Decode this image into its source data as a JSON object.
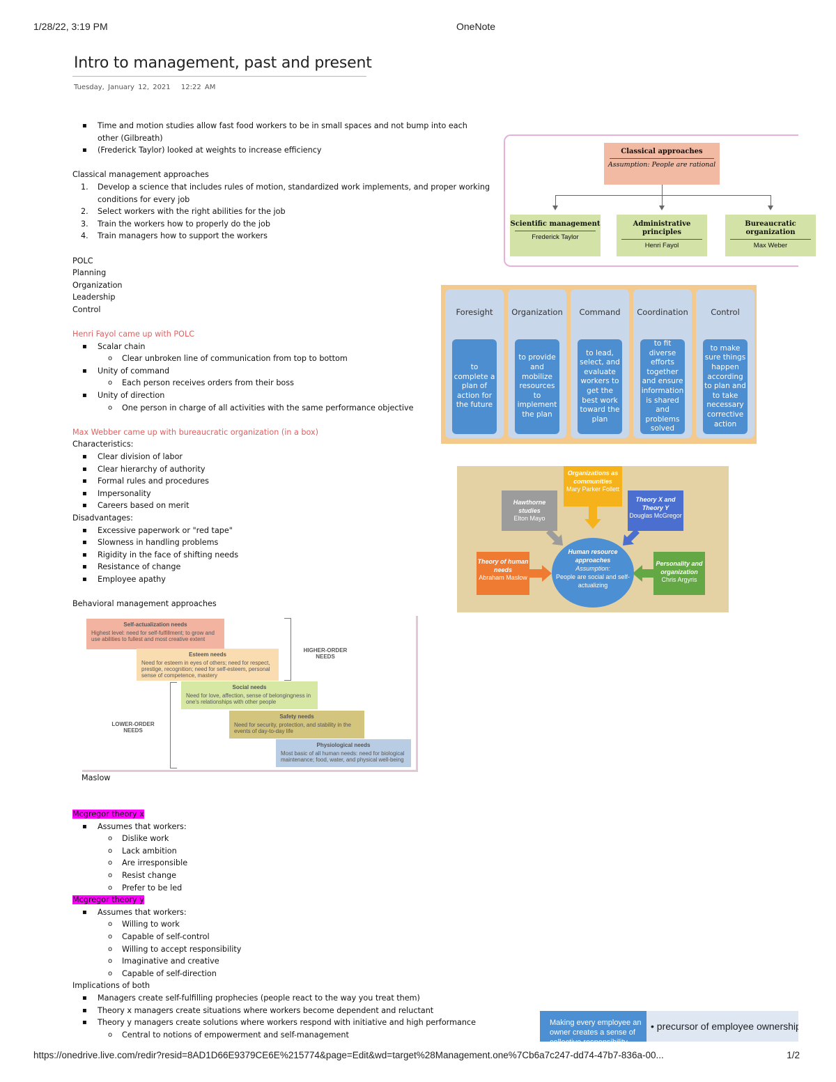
{
  "header": {
    "datetime": "1/28/22, 3:19 PM",
    "app": "OneNote"
  },
  "footer": {
    "url": "https://onedrive.live.com/redir?resid=8AD1D66E9379CE6E%215774&page=Edit&wd=target%28Management.one%7Cb6a7c247-dd74-47b7-836a-00...",
    "page": "1/2"
  },
  "page": {
    "title": "Intro to management, past and present",
    "date": "Tuesday, January 12, 2021",
    "time": "12:22 AM"
  },
  "notes": {
    "intro_bullets": [
      "Time and motion studies allow fast food workers to be in small spaces and not bump into each other (Gilbreath)",
      "(Frederick Taylor) looked at weights to increase efficiency"
    ],
    "classical_heading": "Classical management approaches",
    "classical_steps": [
      "Develop a science that includes rules of motion, standardized work implements, and proper working conditions for every job",
      "Select workers with the right abilities for the job",
      "Train the workers how to properly do the job",
      "Train managers how to support the workers"
    ],
    "polc": [
      "POLC",
      "Planning",
      "Organization",
      "Leadership",
      "Control"
    ],
    "fayol_heading": "Henri Fayol came up with POLC",
    "fayol_points": [
      {
        "point": "Scalar chain",
        "detail": "Clear unbroken line of communication from top to bottom"
      },
      {
        "point": "Unity of command",
        "detail": "Each person receives orders from their boss"
      },
      {
        "point": "Unity of direction",
        "detail": "One person in charge of all activities with the same performance objective"
      }
    ],
    "weber_heading": "Max Webber came up with bureaucratic organization (in a box)",
    "characteristics_label": "Characteristics:",
    "characteristics": [
      "Clear division of labor",
      "Clear hierarchy of authority",
      "Formal rules and procedures",
      "Impersonality",
      "Careers based on merit"
    ],
    "disadvantages_label": "Disadvantages:",
    "disadvantages": [
      "Excessive paperwork or \"red tape\"",
      "Slowness in handling problems",
      "Rigidity in the face of shifting needs",
      "Resistance of change",
      "Employee apathy"
    ],
    "behavioral_heading": "Behavioral management approaches",
    "maslow_caption": "Maslow",
    "theory_x_heading": "Mcgregor theory x",
    "theory_x_lead": "Assumes that workers:",
    "theory_x_items": [
      "Dislike work",
      "Lack ambition",
      "Are irresponsible",
      "Resist change",
      "Prefer to be led"
    ],
    "theory_y_heading": "Mcgregor theory y",
    "theory_y_lead": "Assumes that workers:",
    "theory_y_items": [
      "Willing to work",
      "Capable of self-control",
      "Willing to accept responsibility",
      "Imaginative and creative",
      "Capable of self-direction"
    ],
    "implications_label": "Implications of both",
    "implications": [
      "Managers create self-fulfilling prophecies (people react to the way you treat them)",
      "Theory x managers create situations where workers become dependent and reluctant",
      "Theory y managers create solutions where workers respond with initiative and high performance"
    ],
    "implication_sub": "Central to notions of empowerment and self-management"
  },
  "classical_diagram": {
    "top_title": "Classical approaches",
    "top_assumption": "Assumption: People are rational",
    "boxes": [
      {
        "title": "Scientific management",
        "person": "Frederick Taylor"
      },
      {
        "title": "Administrative principles",
        "person": "Henri Fayol"
      },
      {
        "title": "Bureaucratic organization",
        "person": "Max Weber"
      }
    ]
  },
  "fayol_diagram": {
    "columns": [
      {
        "heading": "Foresight",
        "text": "to complete a plan of action for the future"
      },
      {
        "heading": "Organization",
        "text": "to provide and mobilize resources to implement the plan"
      },
      {
        "heading": "Command",
        "text": "to lead, select, and evaluate workers to get the best work toward the plan"
      },
      {
        "heading": "Coordination",
        "text": "to fit diverse efforts together and ensure information is shared and problems solved"
      },
      {
        "heading": "Control",
        "text": "to make sure things happen according to plan and to take necessary corrective action"
      }
    ]
  },
  "hr_diagram": {
    "center_title": "Human resource approaches",
    "center_assumption": "Assumption:",
    "center_text": "People are social and self-actualizing",
    "top": {
      "title": "Organizations as communities",
      "person": "Mary Parker Follett"
    },
    "top_left": {
      "title": "Hawthorne studies",
      "person": "Elton Mayo"
    },
    "top_right": {
      "title": "Theory X and Theory Y",
      "person": "Douglas McGregor"
    },
    "left": {
      "title": "Theory of human needs",
      "person": "Abraham Maslow"
    },
    "right": {
      "title": "Personality and organization",
      "person": "Chris Argyris"
    },
    "colors": {
      "top": "#f5b21b",
      "top_left": "#9c9c9c",
      "top_right": "#4a6fd0",
      "left": "#ef7b33",
      "right": "#64a845",
      "center": "#4c8fd2",
      "background": "#e4d2a5"
    }
  },
  "maslow_diagram": {
    "levels": [
      {
        "name": "Self-actualization needs",
        "text": "Highest level: need for self-fulfillment; to grow and use abilities to fullest and most creative extent",
        "color": "#f2b3a0"
      },
      {
        "name": "Esteem needs",
        "text": "Need for esteem in eyes of others; need for respect, prestige, recognition; need for self-esteem, personal sense of competence, mastery",
        "color": "#f9dcb0"
      },
      {
        "name": "Social needs",
        "text": "Need for love, affection, sense of belongingness in one's relationships with other people",
        "color": "#d6e8a3"
      },
      {
        "name": "Safety needs",
        "text": "Need for security, protection, and stability in the events of day-to-day life",
        "color": "#d3c47e"
      },
      {
        "name": "Physiological needs",
        "text": "Most basic of all human needs: need for biological maintenance; food, water, and physical well-being",
        "color": "#b8cce4"
      }
    ],
    "higher_label": "HIGHER-ORDER NEEDS",
    "lower_label": "LOWER-ORDER NEEDS"
  },
  "partial_slide": {
    "left_text": "Making every employee an owner creates a sense of collective responsibility",
    "right_text": "• precursor of employee ownership profit sharing, and gain-sharing"
  }
}
